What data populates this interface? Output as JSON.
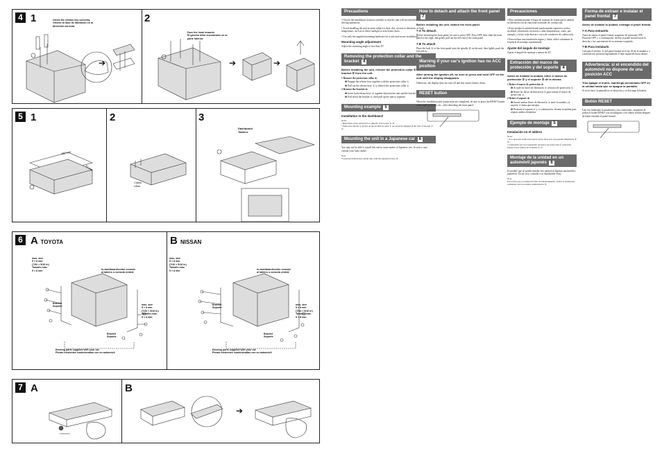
{
  "panel4": {
    "badge": "4",
    "steps": [
      "1",
      "2"
    ],
    "note1": "Orient the release key correctly.\nOriente la llave de liberación en la dirección correcta.",
    "note2": "Face the hook inwards.\nEl gancho debe encontrarse en la parte interior."
  },
  "panel5": {
    "badge": "5",
    "steps": [
      "1",
      "2",
      "3"
    ],
    "dim1": "182 mm",
    "dim2": "53 mm",
    "claws": "Claws\nUñas",
    "dashboard": "Dashboard\nTablero"
  },
  "panel6": {
    "badge": "6",
    "a_letter": "A",
    "a_brand": "TOYOTA",
    "b_letter": "B",
    "b_brand": "NISSAN",
    "maxsize_top": "max. size\n5 × 8 mm\n(7/32 × 5/16 in)\nTamaño máx.\n5 × 8 mm",
    "to_console": "to dashboard/center console\nal tablero o consola central",
    "bracket": "Bracket\nSoporte",
    "maxsize_right": "max. size\n5 × 8 mm\n(7/32 × 5/16 in)\nTamaño máx.\n5 × 8 mm",
    "existing_parts": "Existing parts supplied with your car\nPiezas existentes suministradas con su automóvil"
  },
  "panel7": {
    "badge": "7",
    "a_letter": "A",
    "b_letter": "B"
  },
  "arrow_glyph": "➔",
  "col1": {
    "precautions_title": "Precautions",
    "precautions_items": [
      "• Choose the installation location carefully so that the unit will not interfere with normal driving operations.",
      "• Avoid installing the unit in areas subject to dust, dirt, excessive vibration, or high temperature, such as in direct sunlight or near heater ducts.",
      "• Use only the supplied mounting hardware for a safe and secure installation."
    ],
    "angle_title": "Mounting angle adjustment",
    "angle_text": "Adjust the mounting angle to less than 45°.",
    "collar_title": "Removing the protection collar and the bracket",
    "collar_num": "4",
    "collar_intro": "Before installing the unit, remove the protection collar ① and the bracket ② from the unit.",
    "collar_steps": [
      "1  Remove the protection collar ①.",
      "❶ Engage the release keys together with the protection collar ①.",
      "❷ Pull out the release keys ③ to remove the protection collar ①.",
      "2  Remove the bracket ②.",
      "❶ Insert both release keys ③ together between the unit and the bracket ② until they click.",
      "❷ Pull down the bracket ②, then pull up the unit to separate."
    ],
    "example_title": "Mounting example",
    "example_num": "5",
    "example_sub": "Installation in the dashboard",
    "example_notes": "Notes\n• Bend these claws outward for a tight fit, if necessary ⑤ ⑥.\n• Make sure that the 4 catches on the protection collar ① are properly engaged in the slots of the unit ③ ④.",
    "japanese_title": "Mounting the unit in a Japanese car",
    "japanese_num": "6",
    "japanese_text": "You may not be able to install this unit in some makes of Japanese cars. In such a case, consult your Sony dealer.",
    "japanese_note": "Note\nTo prevent malfunction, install only with the supplied screws ⑧."
  },
  "col2": {
    "detach_title": "How to detach and attach the front panel",
    "detach_num": "7",
    "detach_intro": "Before installing the unit, detach the front panel.",
    "detach_a_title": "7-A To detach",
    "detach_a_text": "Before detaching the front panel, be sure to press OFF. Press OFF, then slide the front panel to the right, and gently pull out the left end of the front panel.",
    "attach_b_title": "7-B To attach",
    "attach_b_text": "Place the hole Ⓐ of the front panel onto the spindle Ⓑ on the unit, then lightly push the left side in.",
    "ignition_title": "Warning if your car's ignition has no ACC position",
    "ignition_text": "After turning the ignition off, be sure to press and hold OFF on the unit until the display disappears.",
    "ignition_text2": "Otherwise, the display does not turn off and this causes battery drain.",
    "reset_title": "RESET button",
    "reset_text": "When the installation and connections are completed, be sure to press the RESET button with a ball-point pen, etc., after detaching the front panel."
  },
  "col3": {
    "precauciones_title": "Precauciones",
    "precauciones_items": [
      "• Elija cuidadosamente el lugar de montaje de forma que la unidad no interfiera con las funciones normales de conducción.",
      "• Evite instalar la unidad donde pueda quedar expuesta a polvo, suciedad, vibraciones excesivas o altas temperaturas, como, por ejemplo, a la luz solar directa o cerca de conductos de calefacción.",
      "• Para realizar una instalación segura y firme, utilice solamente la ferretería de montaje suministrada."
    ],
    "angulo_title": "Ajuste del ángulo de montaje",
    "angulo_text": "Ajuste el ángulo de montaje a menos de 45°.",
    "extraccion_title": "Extracción del marco de protección y del soporte",
    "extraccion_num": "4",
    "extraccion_intro": "Antes de instalar la unidad, retire el marco de protección ① y el soporte ② de la misma.",
    "extraccion_steps": [
      "1  Retire el marco de protección ①.",
      "❶ Acople las llaves de liberación ③ al marco de protección ①.",
      "❷ Retire las llaves de liberación ③ para extraer el marco de protección ①.",
      "2  Retire el soporte ②.",
      "❶ Inserte ambas llaves de liberación ③ entre la unidad y el soporte ② hasta que encajen.",
      "❷ Presione el soporte ② y, a continuación, levante la unidad para separar ambos elementos."
    ],
    "ejemplo_title": "Ejemplo de montaje",
    "ejemplo_num": "5",
    "ejemplo_sub": "Instalación en el tablero",
    "ejemplo_notes": "Notas\n• Si es necesario doble estas garras hacia fuera para que queden firmemente ⑤ ⑥.\n• Compruebe que los 4 enganches del marco de protección ① estén bien fijados en las ranuras de la unidad ③ ④.",
    "japones_title": "Montaje de la unidad en un automóvil japonés",
    "japones_num": "6",
    "japones_text": "Es posible que no pueda instalar esta unidad en algunos automóviles japoneses. En tal caso, consulte a su distribuidor Sony.",
    "japones_note": "Nota\nPara evitar que se produzcan fallos de funcionamiento, realice la instalación solamente con los tornillos suministrados ⑧."
  },
  "col4": {
    "forma_title": "Forma de extraer e instalar el panel frontal",
    "forma_num": "7",
    "forma_intro": "Antes de instalar la unidad, extraiga el panel frontal.",
    "forma_a_title": "7-A Para extraerlo",
    "forma_a_text": "Antes de retirar el panel frontal, asegúrese de presionar OFF. Presione OFF y, a continuación, deslice el panel frontal hacia la derecha y tire suavemente de su extremo izquierdo.",
    "forma_b_title": "7-B Para instalarlo",
    "forma_b_text": "Coloque el orificio Ⓐ del panel frontal en el eje Ⓑ de la unidad y, a continuación, presione ligeramente el lado izquierdo hacia dentro.",
    "advertencia_title": "Advertencia: si el encendido del automóvil no dispone de una posición ACC",
    "advertencia_text": "Tras apagar el motor, mantenga presionado OFF en la unidad hasta que se apague la pantalla.",
    "advertencia_text2": "Si no lo hace, la pantalla no se desactiva y se descarga la batería.",
    "boton_title": "Botón RESET",
    "boton_text": "Una vez finalizada la instalación y las conexiones, asegúrese de pulsar el botón RESET con un bolígrafo o un objeto similar después de haber extraído el panel frontal."
  }
}
